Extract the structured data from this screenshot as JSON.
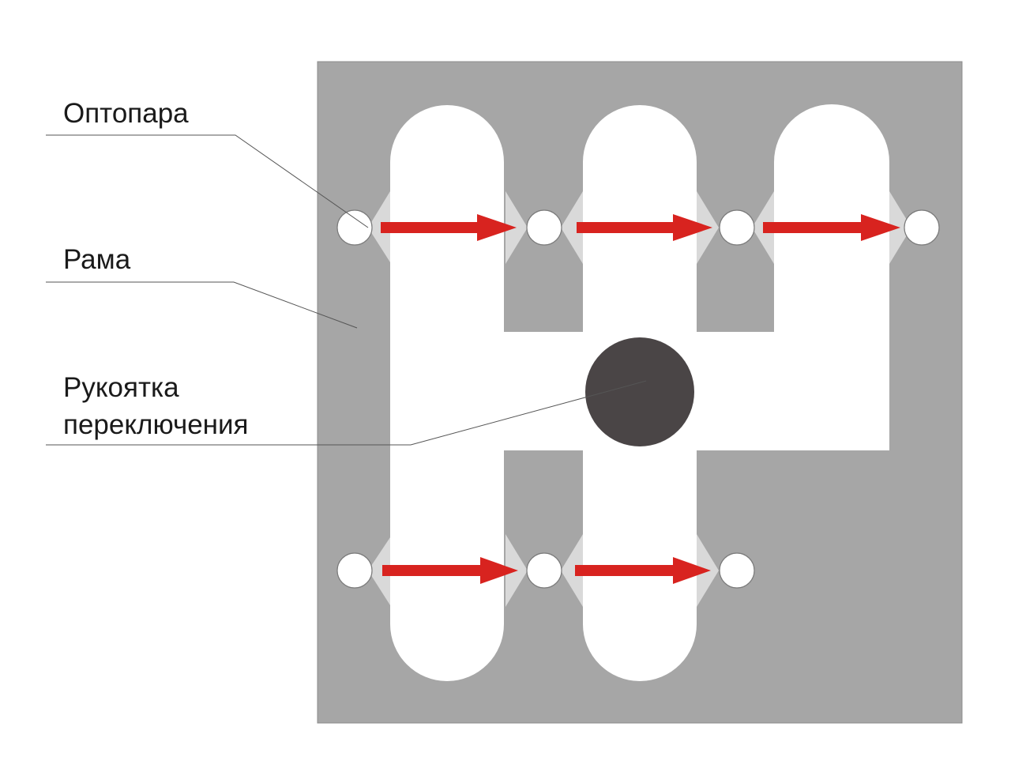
{
  "labels": {
    "optocoupler": "Оптопара",
    "frame": "Рама",
    "handle_line1": "Рукоятка",
    "handle_line2": "переключения"
  },
  "colors": {
    "frame": "#a6a6a6",
    "slot": "#ffffff",
    "arrow": "#d8231f",
    "handle": "#4a4546",
    "wedge": "#d6d6d6",
    "sensor": "#ffffff",
    "leader": "#555555",
    "text": "#1a1a1a"
  },
  "optocoupler_rows": [
    {
      "name": "top-row",
      "sensors": 4,
      "arrows": 3
    },
    {
      "name": "bottom-row",
      "sensors": 3,
      "arrows": 2
    }
  ]
}
